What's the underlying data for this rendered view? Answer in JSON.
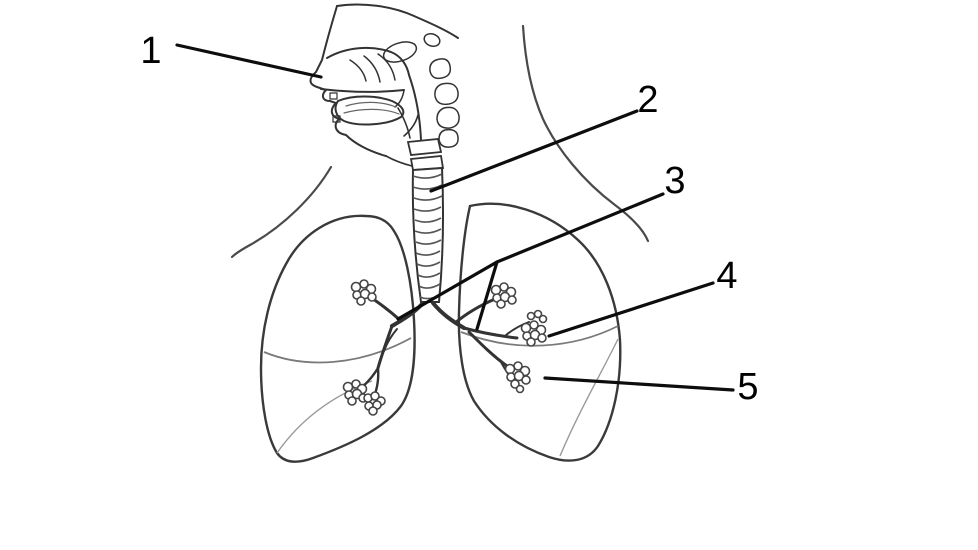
{
  "colors": {
    "background": "#ffffff",
    "outline": "#2b2b2b",
    "leader_line": "#0d0d0d",
    "label_text": "#000000"
  },
  "labels": [
    {
      "text": "1"
    },
    {
      "text": "2"
    },
    {
      "text": "3"
    },
    {
      "text": "4"
    },
    {
      "text": "5"
    }
  ]
}
